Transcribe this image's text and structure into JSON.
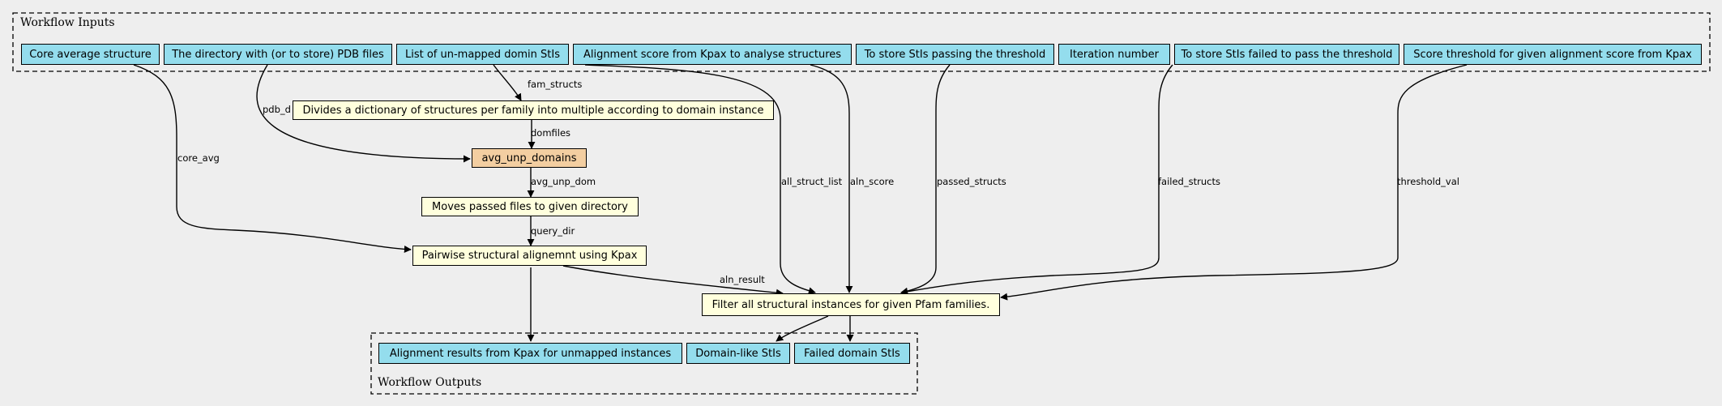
{
  "colors": {
    "background": "#eeeeee",
    "input_output_fill": "#94dded",
    "step_fill": "#ffffdd",
    "subworkflow_fill": "#f3ceA1",
    "edge": "#000000"
  },
  "clusters": {
    "inputs_label": "Workflow Inputs",
    "outputs_label": "Workflow Outputs"
  },
  "inputs": {
    "core_avg": "Core average structure",
    "pdb_dir": "The directory with (or to store) PDB files",
    "unmapped": "List of un-mapped domin StIs",
    "aln_score": "Alignment score from Kpax to analyse structures",
    "passed": "To store StIs passing the threshold",
    "iteration": "Iteration number",
    "failed": "To store StIs failed to pass the threshold",
    "threshold": "Score threshold for given alignment score from Kpax"
  },
  "steps": {
    "divide": "Divides a dictionary of structures per family into multiple according to domain instance",
    "avg_unp": "avg_unp_domains",
    "move": "Moves passed files to given directory",
    "kpax": "Pairwise structural alignemnt using Kpax",
    "filter": "Filter all structural instances for given Pfam families."
  },
  "outputs": {
    "aln_results": "Alignment results from Kpax for unmapped instances",
    "domain_like": "Domain-like StIs",
    "failed_domain": "Failed domain StIs"
  },
  "edge_labels": {
    "fam_structs": "fam_structs",
    "pdb_d": "pdb_d",
    "domfiles": "domfiles",
    "avg_unp_dom": "avg_unp_dom",
    "query_dir": "query_dir",
    "core_avg": "core_avg",
    "all_struct_list": "all_struct_list",
    "aln_score": "aln_score",
    "passed_structs": "passed_structs",
    "failed_structs": "failed_structs",
    "threshold_val": "threshold_val",
    "aln_result": "aln_result"
  }
}
